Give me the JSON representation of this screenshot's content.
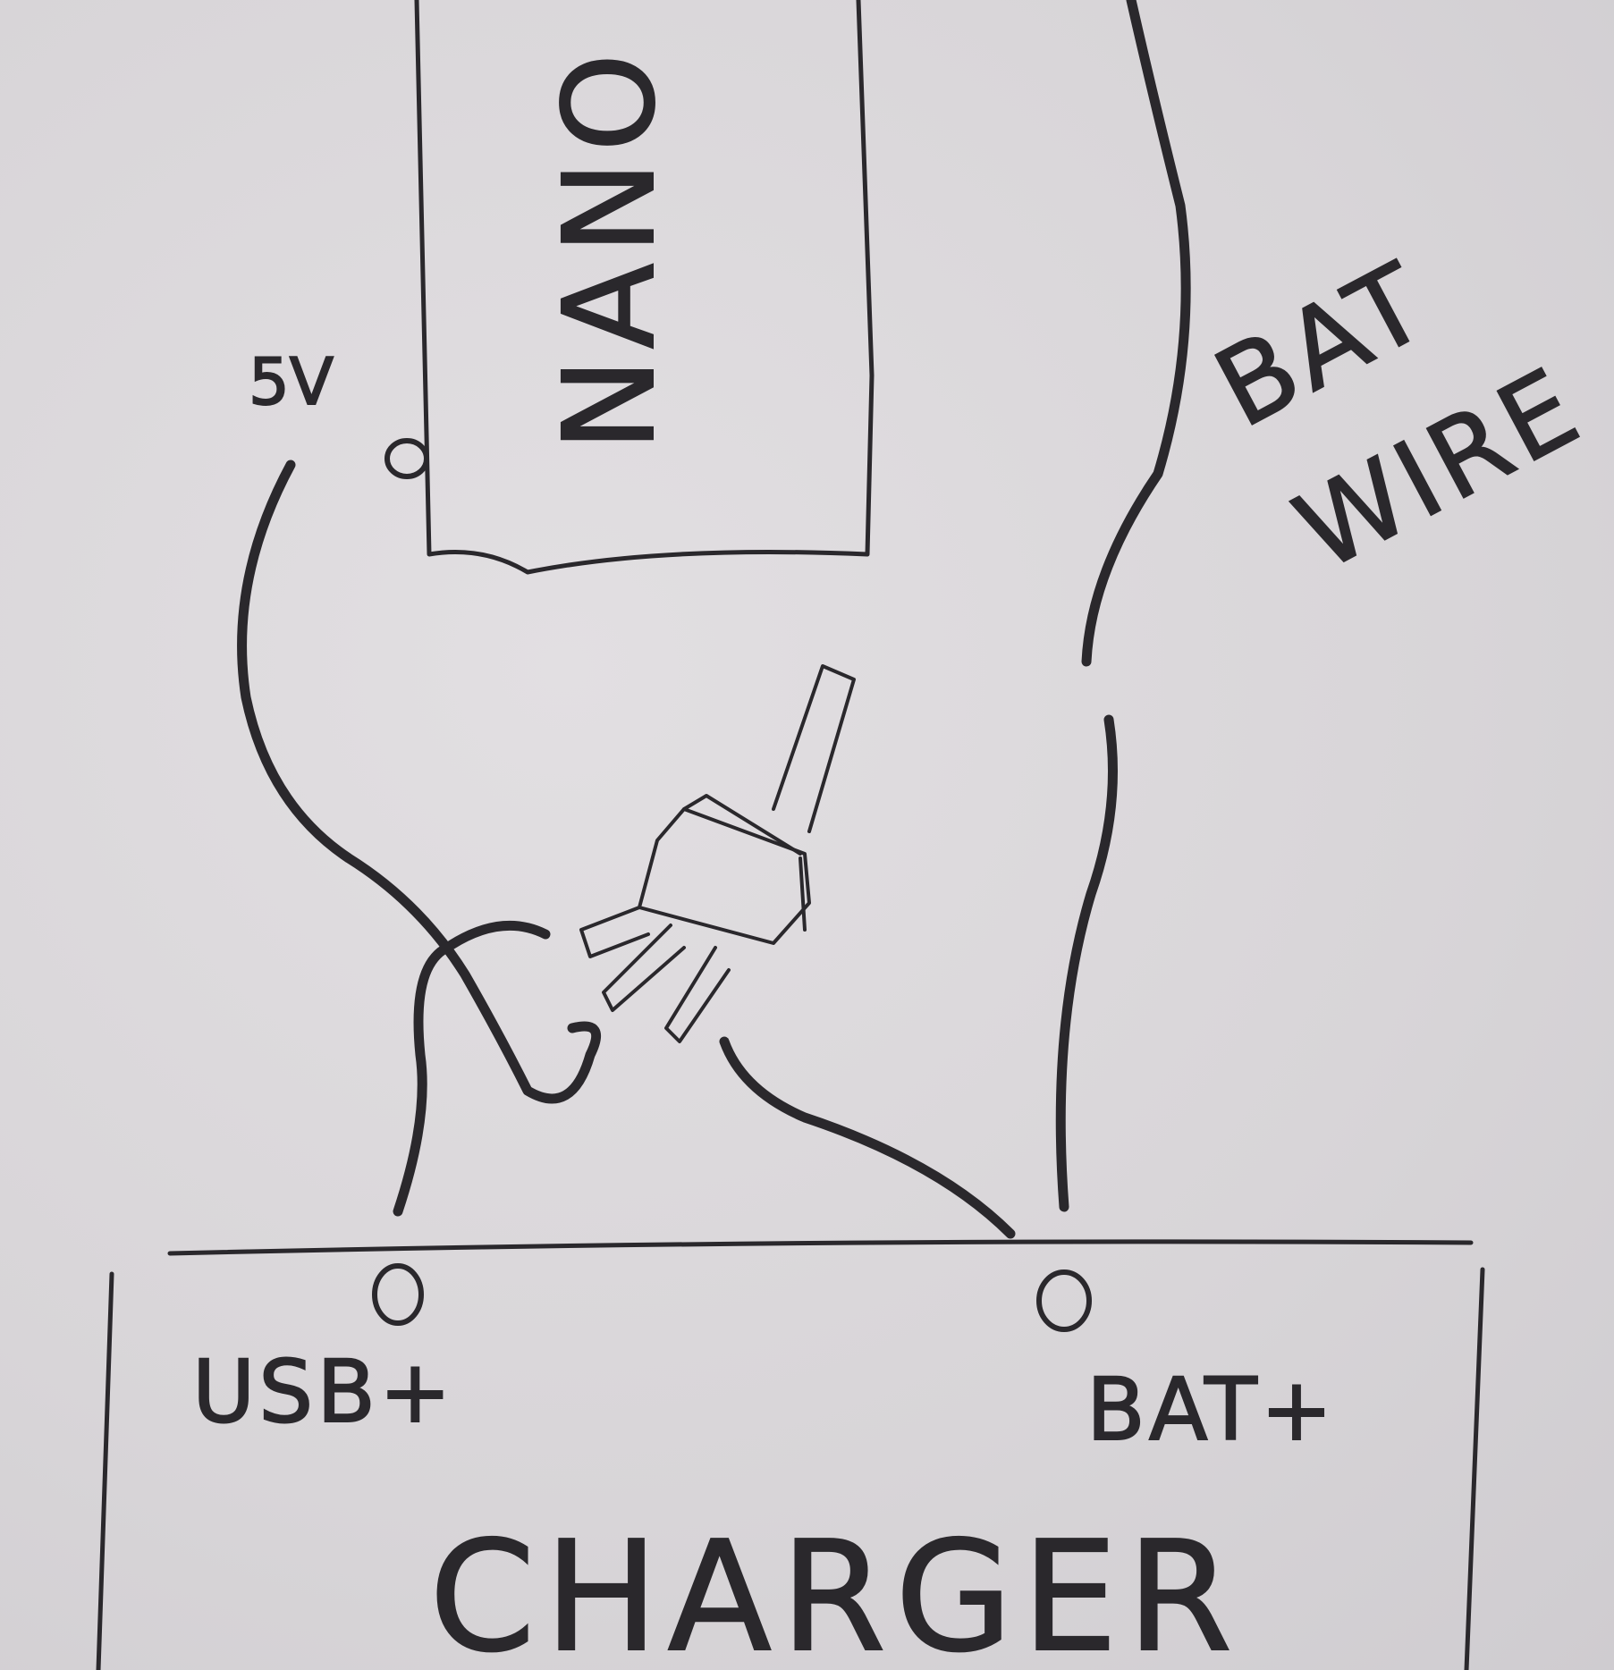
{
  "labels": {
    "microcontroller": "NANO",
    "nano_pin": "5V",
    "battery_wire": [
      "BAT",
      "WIRE"
    ],
    "charger_pin_left": "USB+",
    "charger_pin_right": "BAT+",
    "charger": "CHARGER"
  },
  "colors": {
    "paper": "#d9d6d9",
    "ink": "#2a282c"
  },
  "icons": {
    "switch": "toggle-switch-icon"
  }
}
